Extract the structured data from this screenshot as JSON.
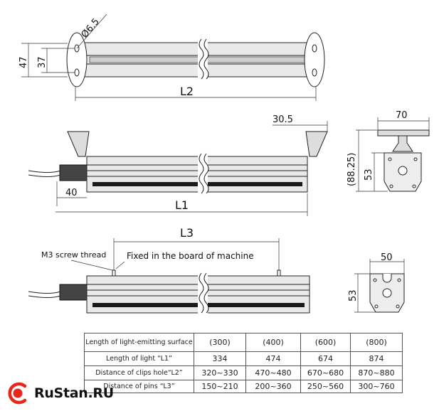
{
  "dimensions": {
    "top_view": {
      "height_outer": "47",
      "height_inner": "37",
      "hole_diameter": "Ø6.5",
      "length": "L2"
    },
    "side_view": {
      "bracket_offset": "30.5",
      "cable_offset": "40",
      "length": "L1"
    },
    "end_view_bracket": {
      "width": "70",
      "overall_height": "(88.25)",
      "body_height": "53"
    },
    "pin_view": {
      "length": "L3",
      "screw_label": "M3 screw thread",
      "fixed_label": "Fixed in the board of machine"
    },
    "end_view_pins": {
      "width": "50",
      "height": "53"
    }
  },
  "table": {
    "rows": [
      {
        "label": "Length of light-emitting surface",
        "values": [
          "(300)",
          "(400)",
          "(600)",
          "(800)"
        ]
      },
      {
        "label": "Length of light “L1”",
        "values": [
          "334",
          "474",
          "674",
          "874"
        ]
      },
      {
        "label": "Distance of clips hole“L2”",
        "values": [
          "320~330",
          "470~480",
          "670~680",
          "870~880"
        ]
      },
      {
        "label": "Distance of pins “L3”",
        "values": [
          "150~210",
          "200~360",
          "250~560",
          "300~760"
        ]
      }
    ]
  },
  "logo": {
    "text": "RuStan.RU",
    "color": "#e8261c"
  }
}
